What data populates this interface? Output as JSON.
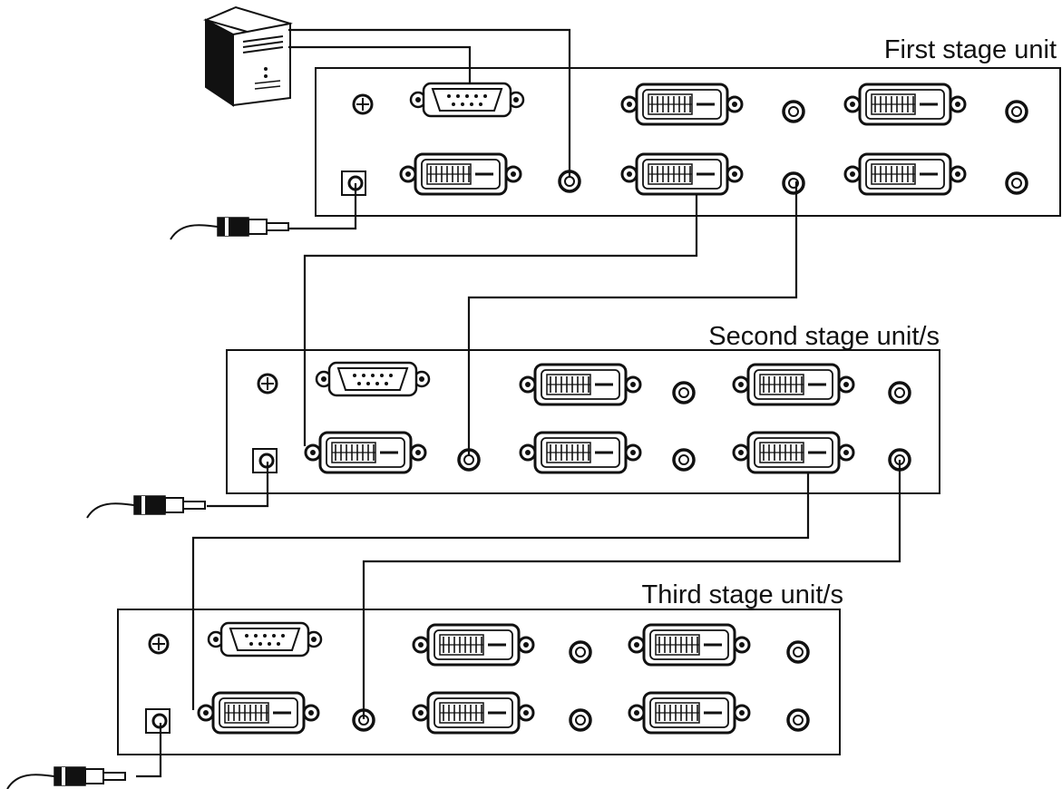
{
  "labels": {
    "first_stage": "First stage unit",
    "second_stage": "Second stage unit/s",
    "third_stage": "Third stage unit/s"
  },
  "units": [
    {
      "id": "first-stage-unit",
      "label_key": "first_stage",
      "dvi_ports": 5,
      "audio_jacks": 5,
      "serial_ports": 1,
      "power_jacks": 1,
      "ground_screws": 1
    },
    {
      "id": "second-stage-unit",
      "label_key": "second_stage",
      "dvi_ports": 5,
      "audio_jacks": 5,
      "serial_ports": 1,
      "power_jacks": 1,
      "ground_screws": 1
    },
    {
      "id": "third-stage-unit",
      "label_key": "third_stage",
      "dvi_ports": 5,
      "audio_jacks": 5,
      "serial_ports": 1,
      "power_jacks": 1,
      "ground_screws": 1
    }
  ],
  "devices": [
    "computer-icon",
    "power-adapter-icon"
  ],
  "colors": {
    "line": "#111111",
    "background": "#ffffff"
  }
}
